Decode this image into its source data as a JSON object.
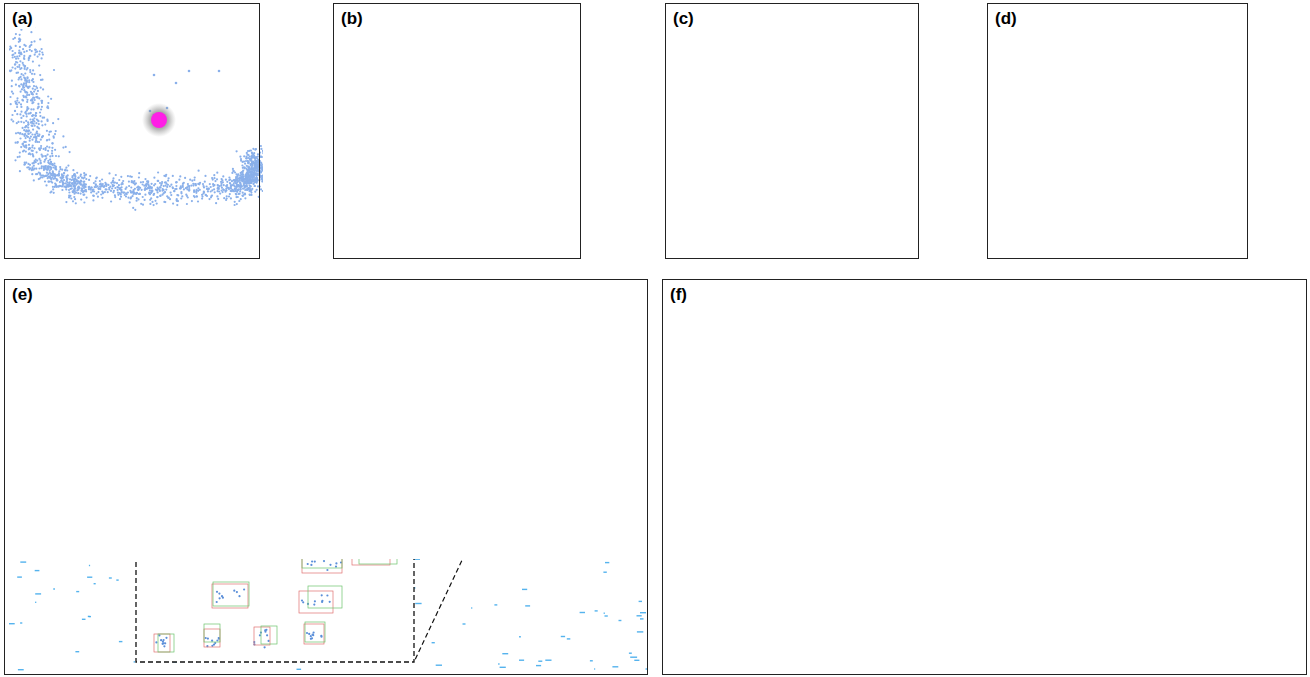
{
  "diagram": {
    "nodes": [
      {
        "text": [
          "(a)"
        ]
      },
      {
        "text": [
          "(b)"
        ]
      },
      {
        "text": [
          "(c)"
        ]
      },
      {
        "text": [
          "(d)"
        ]
      },
      {
        "text": [
          "(e)"
        ]
      },
      {
        "text": [
          "(f)"
        ]
      }
    ]
  }
}
